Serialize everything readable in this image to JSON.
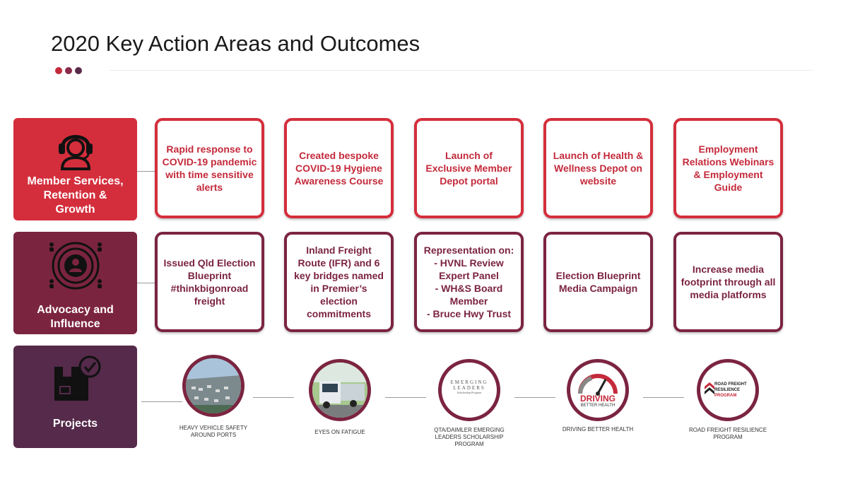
{
  "title": "2020 Key Action Areas and Outcomes",
  "colors": {
    "red": "#d42e3c",
    "maroon": "#7b2440",
    "plum": "#552a4a",
    "dot1": "#c42a3b",
    "dot2": "#8a2a4a",
    "dot3": "#5a2a4a"
  },
  "rows": [
    {
      "category": "Member Services,\nRetention &\nGrowth",
      "icon": "headset-icon",
      "items": [
        "Rapid response to COVID-19 pandemic with time sensitive alerts",
        "Created bespoke COVID-19 Hygiene Awareness Course",
        "Launch of Exclusive Member Depot portal",
        "Launch of Health & Wellness Depot on website",
        "Employment Relations Webinars & Employment Guide"
      ]
    },
    {
      "category": "Advocacy and\nInfluence",
      "icon": "advocacy-icon",
      "items": [
        "Issued Qld Election Blueprint #thinkbigonroad freight",
        "Inland Freight Route (IFR) and 6 key bridges named in Premier’s election commitments",
        "Representation on:\n- HVNL Review Expert Panel\n- WH&S Board Member\n- Bruce Hwy Trust",
        "Election Blueprint Media Campaign",
        "Increase media footprint through all media platforms"
      ]
    },
    {
      "category": "Projects",
      "icon": "box-check-icon",
      "projects": [
        {
          "caption": "HEAVY VEHICLE SAFETY AROUND PORTS",
          "icon": "port-aerial-icon"
        },
        {
          "caption": "EYES ON FATIGUE",
          "icon": "truck-photo-icon"
        },
        {
          "caption": "QTA/DAIMLER EMERGING LEADERS SCHOLARSHIP PROGRAM",
          "icon": "emerging-leaders-logo",
          "logo_text": [
            "EMERGING",
            "LEADERS",
            "Scholarship Program"
          ]
        },
        {
          "caption": "DRIVING BETTER HEALTH",
          "icon": "speedometer-logo",
          "logo_text": [
            "DRIVING",
            "BETTER HEALTH"
          ]
        },
        {
          "caption": "ROAD FREIGHT RESILIENCE PROGRAM",
          "icon": "road-freight-logo",
          "logo_text": [
            "ROAD FREIGHT",
            "RESILIENCE",
            "PROGRAM"
          ]
        }
      ]
    }
  ]
}
